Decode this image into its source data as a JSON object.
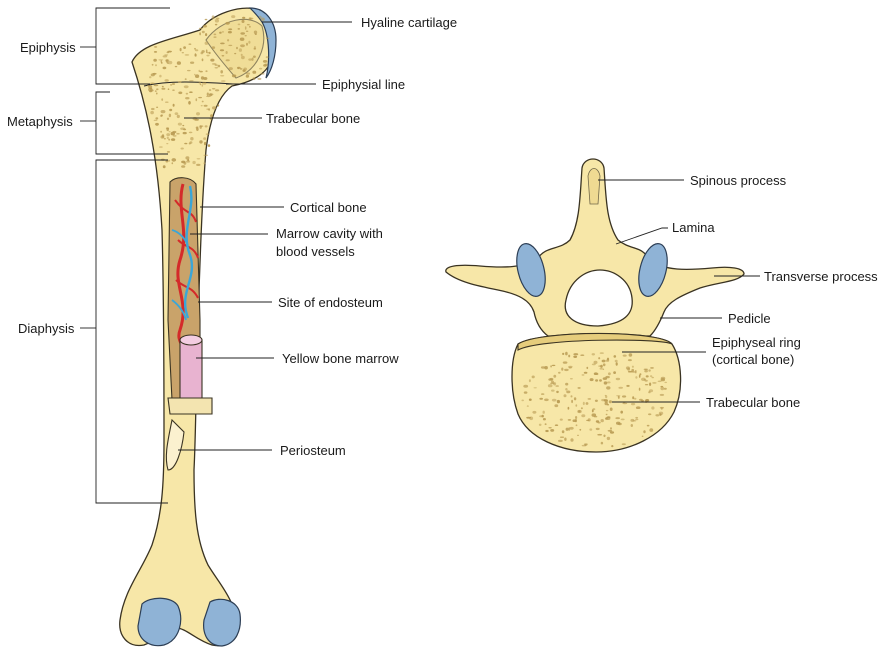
{
  "femur": {
    "regions": {
      "epiphysis": "Epiphysis",
      "metaphysis": "Metaphysis",
      "diaphysis": "Diaphysis"
    },
    "labels": {
      "hyaline_cartilage": "Hyaline cartilage",
      "epiphysial_line": "Epiphysial line",
      "trabecular_bone": "Trabecular bone",
      "cortical_bone": "Cortical bone",
      "marrow_cavity_line1": "Marrow cavity with",
      "marrow_cavity_line2": "blood vessels",
      "site_of_endosteum": "Site of endosteum",
      "yellow_bone_marrow": "Yellow bone marrow",
      "periosteum": "Periosteum"
    }
  },
  "vertebra": {
    "labels": {
      "spinous_process": "Spinous process",
      "lamina": "Lamina",
      "transverse_process": "Transverse process",
      "pedicle": "Pedicle",
      "epiphyseal_ring_line1": "Epiphyseal ring",
      "epiphyseal_ring_line2": "(cortical bone)",
      "trabecular_bone": "Trabecular bone"
    }
  },
  "colors": {
    "bone": "#f7e7a8",
    "bone_shadow": "#ecd58a",
    "cartilage": "#8fb3d6",
    "artery": "#d42a2a",
    "vein": "#3aa6d8",
    "yellow_marrow": "#e8b3d0",
    "pore": "#b89a52"
  }
}
